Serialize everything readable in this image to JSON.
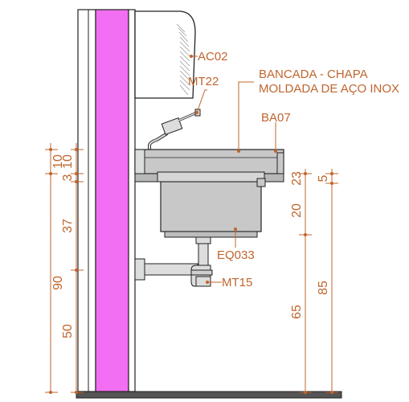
{
  "labels": {
    "ac02": "AC02",
    "mt22": "MT22",
    "bancada_line1": "BANCADA - CHAPA",
    "bancada_line2": "MOLDADA DE AÇO INOX",
    "ba07": "BA07",
    "eq033": "EQ033",
    "mt15": "MT15"
  },
  "dimensions_left": [
    "10",
    "3",
    "10",
    "37",
    "90",
    "50"
  ],
  "dimensions_right": [
    "23",
    "5",
    "20",
    "85",
    "65"
  ],
  "colors": {
    "wall_accent": "#f26ef2",
    "annotation": "#c0652e",
    "steel": "#c8c8c8",
    "floor": "#555555"
  }
}
